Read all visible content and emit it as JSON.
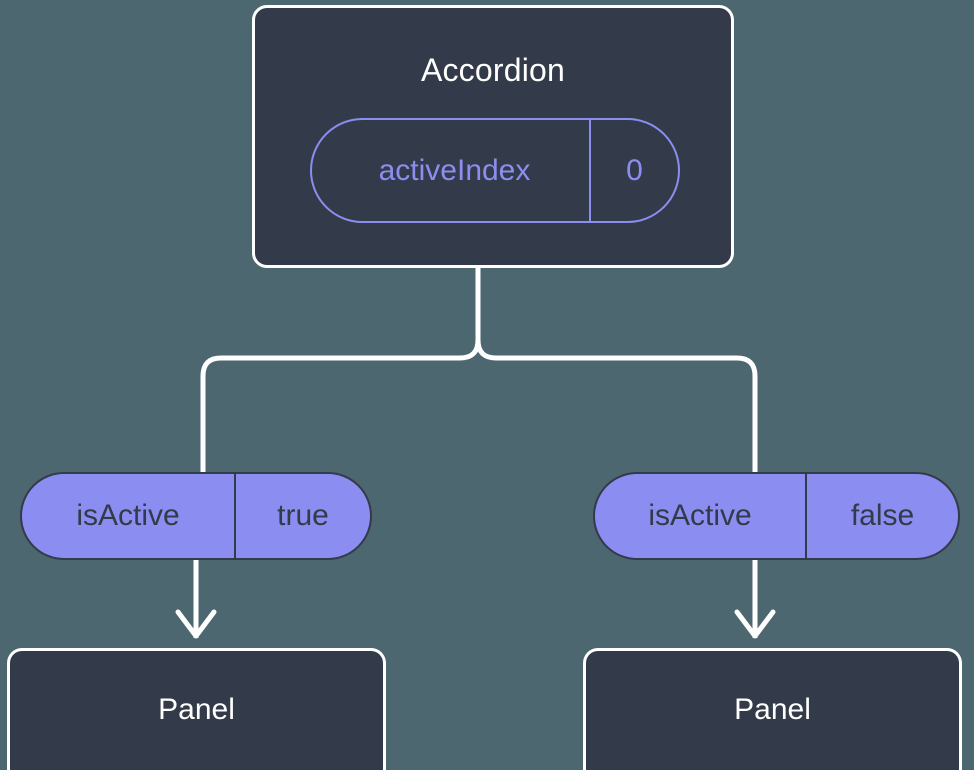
{
  "diagram": {
    "type": "component-state-tree",
    "background_color": "#4c6770",
    "node_fill_color": "#333a49",
    "node_border_color": "#ffffff",
    "accent_color": "#8b8ef0",
    "connector_color": "#ffffff"
  },
  "root": {
    "title": "Accordion",
    "state_pill": {
      "key": "activeIndex",
      "value": "0"
    }
  },
  "branches": [
    {
      "prop_pill": {
        "key": "isActive",
        "value": "true"
      },
      "child": {
        "title": "Panel"
      }
    },
    {
      "prop_pill": {
        "key": "isActive",
        "value": "false"
      },
      "child": {
        "title": "Panel"
      }
    }
  ]
}
